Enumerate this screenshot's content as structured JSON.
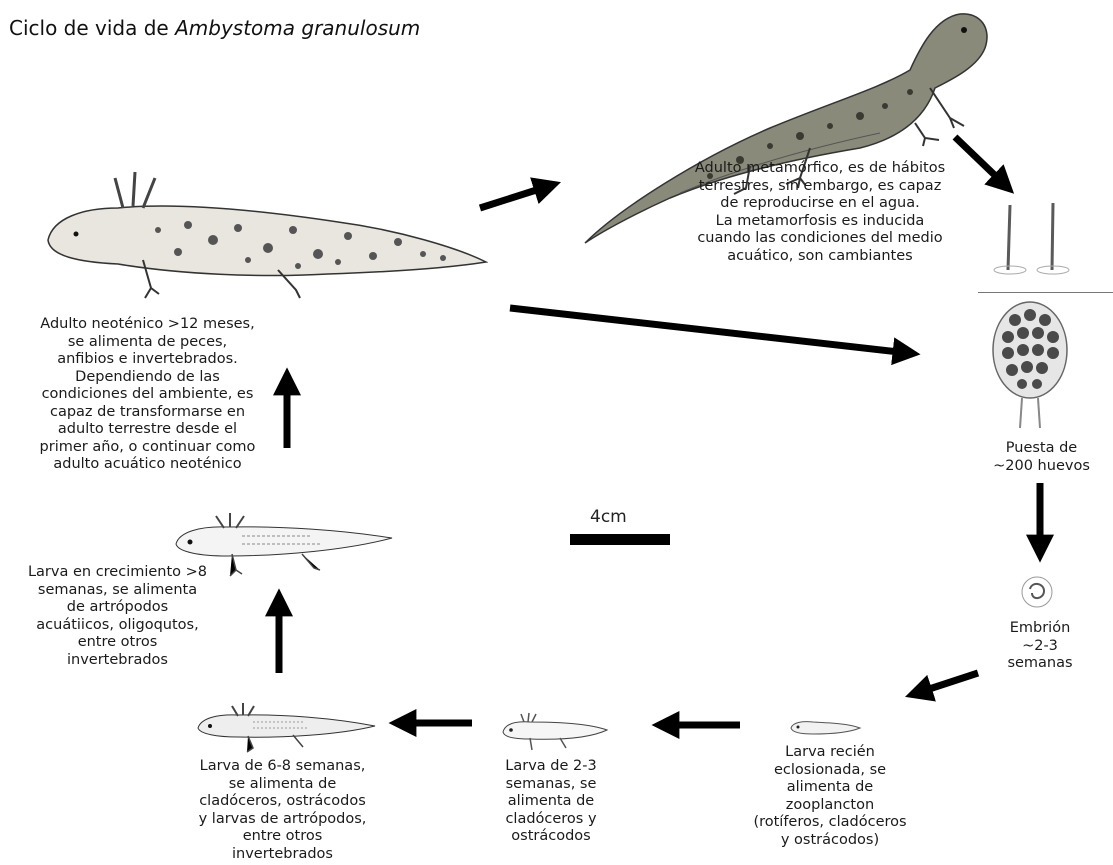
{
  "title": {
    "prefix": "Ciclo de vida de ",
    "species": "Ambystoma granulosum"
  },
  "scale": {
    "label": "4cm"
  },
  "stages": {
    "adult_metamorphic": [
      "Adulto metamórfico, es de hábitos",
      "terrestres, sin embargo, es capaz",
      "de reproducirse en el agua.",
      "La metamorfosis es inducida",
      "cuando las condiciones del medio",
      "acuático, son cambiantes"
    ],
    "adult_neotenic": [
      "Adulto neoténico >12 meses,",
      "se alimenta de peces,",
      "anfibios e invertebrados.",
      "Dependiendo de las",
      "condiciones del ambiente, es",
      "capaz de transformarse en",
      "adulto terrestre desde el",
      "primer año, o continuar como",
      "adulto acuático neoténico"
    ],
    "eggs": [
      "Puesta de",
      "~200 huevos"
    ],
    "embryo": [
      "Embrión",
      "~2-3",
      "semanas"
    ],
    "larva_hatched": [
      "Larva recién",
      "eclosionada, se",
      "alimenta de",
      "zooplancton",
      "(rotíferos, cladóceros",
      "y ostrácodos)"
    ],
    "larva_2_3": [
      "Larva de 2-3",
      "semanas, se",
      "alimenta de",
      "cladóceros y",
      "ostrácodos"
    ],
    "larva_6_8": [
      "Larva de 6-8 semanas,",
      "se alimenta de",
      "cladóceros, ostrácodos",
      "y larvas de artrópodos,",
      "entre otros",
      "invertebrados"
    ],
    "larva_growing": [
      "Larva en crecimiento >8",
      "semanas, se alimenta",
      "de artrópodos",
      "acuátiicos, oligoqutos,",
      "entre otros",
      "invertebrados"
    ]
  }
}
